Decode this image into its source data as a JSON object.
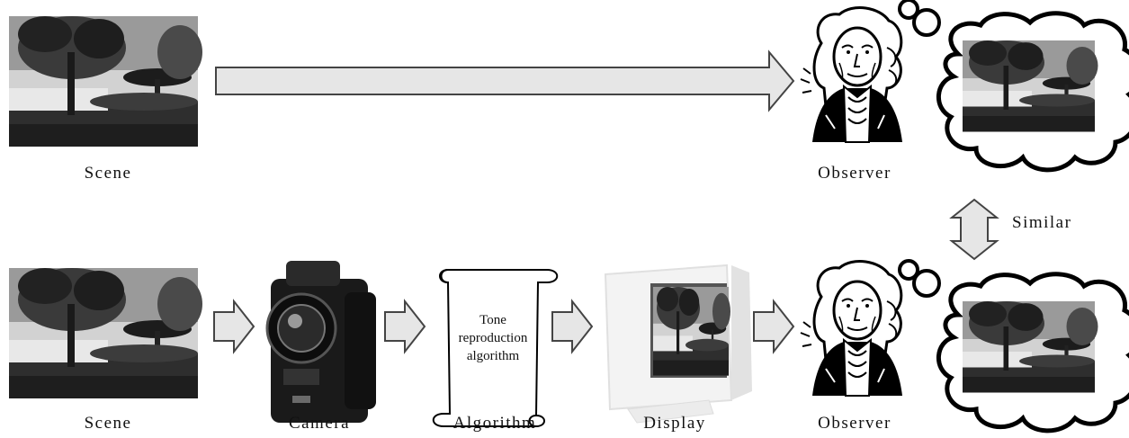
{
  "top_row": {
    "scene_label": "Scene",
    "observer_label": "Observer"
  },
  "bottom_row": {
    "scene_label": "Scene",
    "camera_label": "Camera",
    "algorithm_label": "Algorithm",
    "display_label": "Display",
    "observer_label": "Observer",
    "scroll_text_line1": "Tone",
    "scroll_text_line2": "reproduction",
    "scroll_text_line3": "algorithm"
  },
  "comparison": {
    "similar_label": "Similar"
  },
  "colors": {
    "arrow_fill": "#e6e6e6",
    "arrow_stroke": "#444444",
    "photo_sky": "#cfcfcf",
    "photo_dark": "#2a2a2a"
  },
  "icons": [
    "scene-photo",
    "observer-portrait",
    "thought-cloud",
    "camera-image",
    "scroll-icon",
    "crt-monitor-icon",
    "double-arrow-icon"
  ]
}
